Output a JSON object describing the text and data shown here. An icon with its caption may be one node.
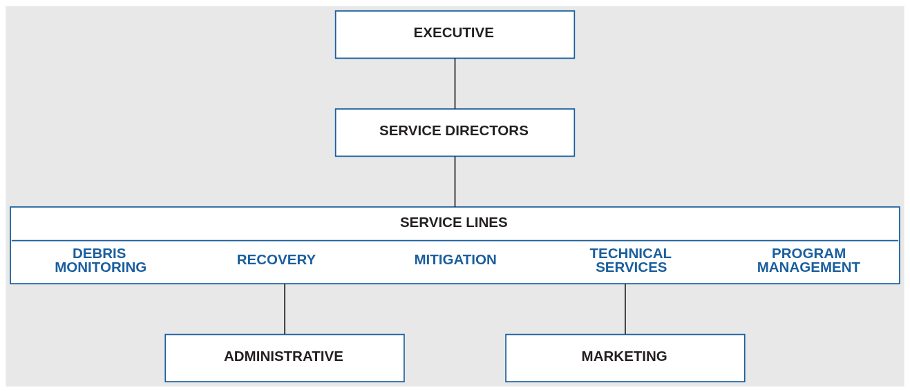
{
  "diagram": {
    "nodes": [
      {
        "text": [
          "EXECUTIVE"
        ]
      },
      {
        "text": [
          "SERVICE DIRECTORS"
        ]
      },
      {
        "text": [
          "SERVICE LINES",
          "DEBRIS MONITORING",
          "RECOVERY",
          "MITIGATION",
          "TECHNICAL SERVICES",
          "PROGRAM MANAGEMENT"
        ]
      },
      {
        "text": [
          "ADMINISTRATIVE"
        ]
      },
      {
        "text": [
          "MARKETING"
        ]
      }
    ],
    "edges": [
      {
        "from": 0,
        "to": 1,
        "arrow": "none"
      },
      {
        "from": 1,
        "to": 2,
        "arrow": "none"
      },
      {
        "from": 2,
        "to": 3,
        "arrow": "none"
      },
      {
        "from": 2,
        "to": 4,
        "arrow": "none"
      }
    ]
  }
}
